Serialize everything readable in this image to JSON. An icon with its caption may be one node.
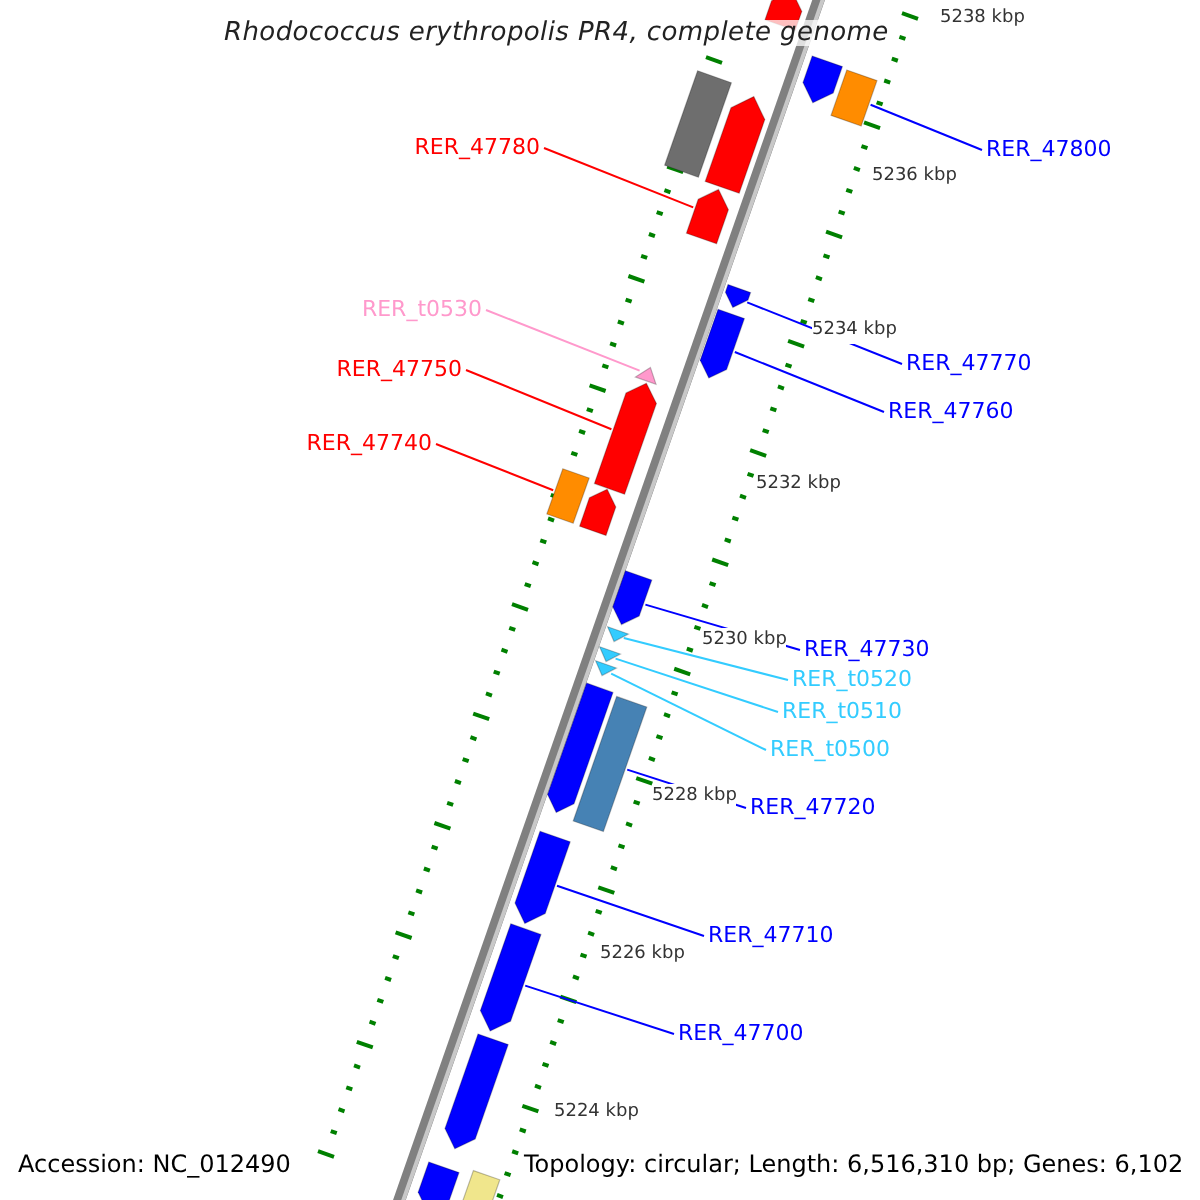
{
  "diagram": {
    "title": "Rhodococcus erythropolis PR4, complete genome",
    "nodes": [
      {
        "text": [
          "RER_47780"
        ]
      },
      {
        "text": [
          "RER_47800"
        ]
      },
      {
        "text": [
          "RER_t0530"
        ]
      },
      {
        "text": [
          "RER_47770"
        ]
      },
      {
        "text": [
          "RER_47750"
        ]
      },
      {
        "text": [
          "RER_47760"
        ]
      },
      {
        "text": [
          "RER_47740"
        ]
      },
      {
        "text": [
          "RER_47730"
        ]
      },
      {
        "text": [
          "RER_t0520"
        ]
      },
      {
        "text": [
          "RER_t0510"
        ]
      },
      {
        "text": [
          "RER_t0500"
        ]
      },
      {
        "text": [
          "RER_47720"
        ]
      },
      {
        "text": [
          "RER_47710"
        ]
      },
      {
        "text": [
          "RER_47700"
        ]
      },
      {
        "text": [],
        "shape": "bar"
      },
      {
        "text": [],
        "shape": "bar"
      },
      {
        "text": [],
        "shape": "bar"
      },
      {
        "text": [],
        "shape": "bar"
      },
      {
        "text": [],
        "shape": "bar"
      },
      {
        "text": [],
        "shape": "bar"
      },
      {
        "text": [],
        "shape": "bar"
      },
      {
        "text": [],
        "shape": "bar"
      },
      {
        "text": [],
        "shape": "bar"
      },
      {
        "text": [],
        "shape": "bar"
      },
      {
        "text": [],
        "shape": "bar"
      },
      {
        "text": [],
        "shape": "bar"
      },
      {
        "text": [],
        "shape": "bar"
      },
      {
        "text": [],
        "shape": "bar"
      },
      {
        "text": [],
        "shape": "bar"
      },
      {
        "text": [],
        "shape": "bar"
      },
      {
        "text": [],
        "shape": "bar"
      },
      {
        "text": [],
        "shape": "bar"
      },
      {
        "text": [],
        "shape": "bar"
      },
      {
        "text": [],
        "shape": "bar"
      },
      {
        "text": [],
        "shape": "bar"
      },
      {
        "text": [],
        "shape": "bar"
      },
      {
        "text": [],
        "shape": "bar"
      }
    ],
    "edges": [
      {
        "from": 0,
        "to": 19,
        "arrow": "none",
        "color": "#ff0000"
      },
      {
        "from": 1,
        "to": 16,
        "arrow": "none"
      },
      {
        "from": 2,
        "to": 22,
        "arrow": "none",
        "color": "#ff99cc"
      },
      {
        "from": 3,
        "to": 20,
        "arrow": "none"
      },
      {
        "from": 4,
        "to": 23,
        "arrow": "none",
        "color": "#ff0000"
      },
      {
        "from": 5,
        "to": 21,
        "arrow": "none"
      },
      {
        "from": 6,
        "to": 24,
        "arrow": "none",
        "color": "#ff0000"
      },
      {
        "from": 7,
        "to": 26,
        "arrow": "none"
      },
      {
        "from": 8,
        "to": 27,
        "arrow": "none",
        "color": "#33ccff"
      },
      {
        "from": 9,
        "to": 28,
        "arrow": "none",
        "color": "#33ccff"
      },
      {
        "from": 10,
        "to": 29,
        "arrow": "none",
        "color": "#33ccff"
      },
      {
        "from": 11,
        "to": 31,
        "arrow": "none"
      },
      {
        "from": 12,
        "to": 32,
        "arrow": "none"
      },
      {
        "from": 13,
        "to": 33,
        "arrow": "none"
      }
    ],
    "labels": [
      "5238 kbp",
      "5236 kbp",
      "5234 kbp",
      "5232 kbp",
      "5230 kbp",
      "5228 kbp",
      "5226 kbp",
      "5224 kbp",
      "Accession: NC_012490",
      "Topology: circular; Length: 6,516,310 bp; Genes: 6,102"
    ]
  }
}
